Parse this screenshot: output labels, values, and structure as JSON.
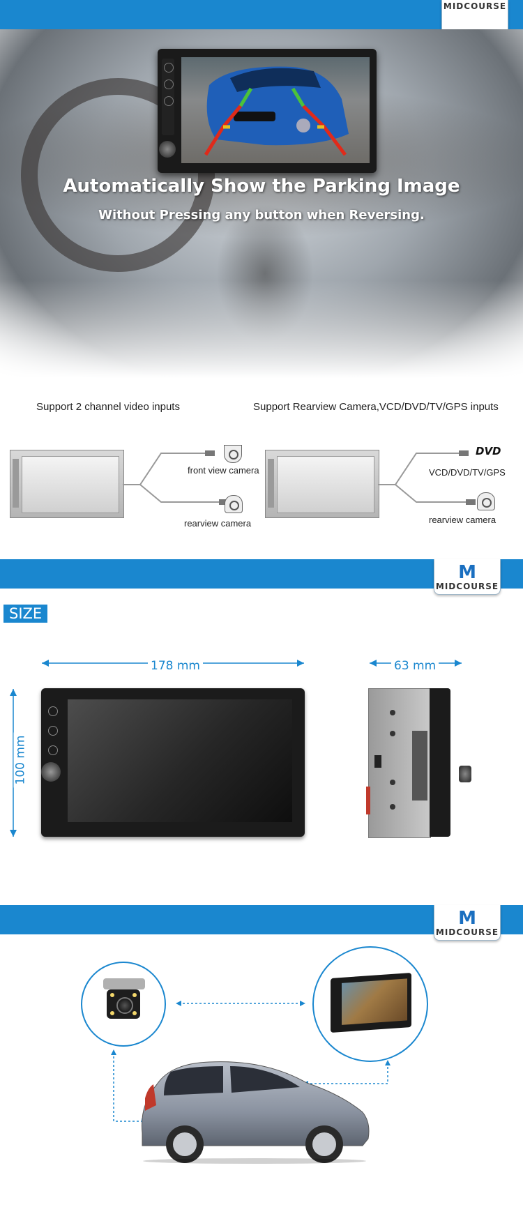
{
  "brand": {
    "name": "MIDCOURSE",
    "mark": "M",
    "accent_color": "#1a87cf"
  },
  "hero": {
    "title": "Automatically Show the Parking Image",
    "subtitle": "Without Pressing any button when Reversing."
  },
  "inputs": {
    "left_caption": "Support 2 channel video inputs",
    "right_caption": "Support Rearview Camera,VCD/DVD/TV/GPS inputs",
    "left_labels": {
      "top": "front view camera",
      "bottom": "rearview camera"
    },
    "right_labels": {
      "top": "VCD/DVD/TV/GPS",
      "bottom": "rearview camera"
    },
    "dvd_logo": "DVD"
  },
  "size_section": {
    "badge": "SIZE",
    "width": "178 mm",
    "height": "100 mm",
    "depth": "63 mm"
  },
  "icons": {
    "camera": "camera-icon",
    "car": "car-icon",
    "head_unit": "head-unit-icon"
  }
}
